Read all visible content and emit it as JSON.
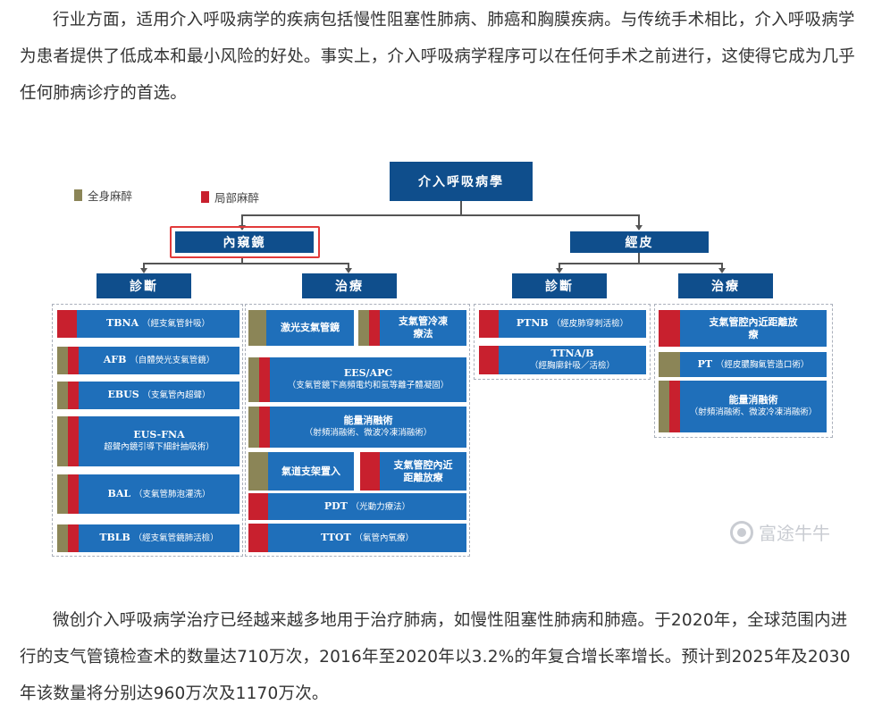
{
  "paragraphs": {
    "p1": "行业方面，适用介入呼吸病学的疾病包括慢性阻塞性肺病、肺癌和胸膜疾病。与传统手术相比，介入呼吸病学为患者提供了低成本和最小风险的好处。事实上，介入呼吸病学程序可以在任何手术之前进行，这使得它成为几乎任何肺病诊疗的首选。",
    "p2": "微创介入呼吸病学治疗已经越来越多地用于治疗肺病，如慢性阻塞性肺病和肺癌。于2020年，全球范围内进行的支气管镜检查术的数量达710万次，2016年至2020年以3.2%的年复合增长率增长。预计到2025年及2030年该数量将分别达960万次及1170万次。"
  },
  "colors": {
    "node": "#0f4e8c",
    "item": "#1f6fba",
    "general": "#8b8557",
    "local": "#c8202e"
  },
  "diagram": {
    "root": "介入呼吸病學",
    "legend": {
      "general": "全身麻醉",
      "local": "局部麻醉"
    },
    "branch_left": "內窺鏡",
    "branch_right": "經皮",
    "left_diag": "診斷",
    "left_treat": "治療",
    "right_diag": "診斷",
    "right_treat": "治療",
    "endo_diag": [
      {
        "main": "TBNA",
        "sub": "（經支氣管針吸）"
      },
      {
        "main": "AFB",
        "sub": "（自體熒光支氣管鏡）"
      },
      {
        "main": "EBUS",
        "sub": "（支氣管內超聲）"
      },
      {
        "main": "EUS-FNA",
        "sub": "超聲內鏡引導下細針抽吸術）"
      },
      {
        "main": "BAL",
        "sub": "（支氣管肺泡灌洗）"
      },
      {
        "main": "TBLB",
        "sub": "（經支氣管鏡肺活檢）"
      }
    ],
    "endo_treat": {
      "laser": "激光支氣管鏡",
      "cryo": "支氣管冷凍療法",
      "ees_main": "EES/APC",
      "ees_sub": "（支氣管鏡下高頻電灼和氬等離子體凝固）",
      "ablation_main": "能量消融術",
      "ablation_sub": "（射頻消融術、微波冷凍消融術）",
      "stent": "氣道支架置入",
      "brachy": "支氣管腔內近距離放療",
      "pdt_main": "PDT",
      "pdt_sub": "（光動力療法）",
      "ttot_main": "TTOT",
      "ttot_sub": "（氣管內氧療）"
    },
    "perc_diag": [
      {
        "main": "PTNB",
        "sub": "（經皮肺穿刺活檢）"
      },
      {
        "main": "TTNA/B",
        "sub": "（經胸廓針吸／活檢）"
      }
    ],
    "perc_treat": {
      "brachy": "支氣管腔內近距離放療",
      "pt_main": "PT",
      "pt_sub": "（經皮膿胸氣管造口術）",
      "ablation_main": "能量消融術",
      "ablation_sub": "（射頻消融術、微波冷凍消融術）"
    },
    "watermark": "富途牛牛"
  }
}
